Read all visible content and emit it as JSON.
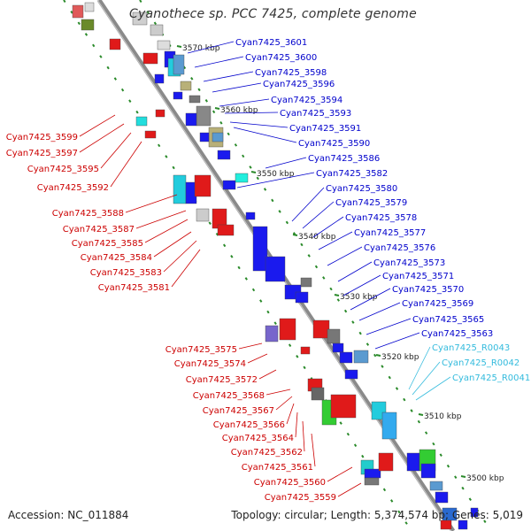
{
  "title": "Cyanothece sp. PCC 7425, complete genome",
  "footer": {
    "accession": "Accession: NC_011884",
    "summary": "Topology: circular; Length: 5,374,574 bp; Genes: 5,019"
  },
  "colors": {
    "left_label": "#cc0000",
    "right_label": "#0000cc",
    "rna_label": "#33bbdd",
    "backbone": "#8a8a8a",
    "tick": "#2a8a2a"
  },
  "scale_ticks": [
    {
      "label": "3500 kbp"
    },
    {
      "label": "3510 kbp"
    },
    {
      "label": "3520 kbp"
    },
    {
      "label": "3530 kbp"
    },
    {
      "label": "3540 kbp"
    },
    {
      "label": "3550 kbp"
    },
    {
      "label": "3560 kbp"
    },
    {
      "label": "3570 kbp"
    }
  ],
  "left_labels": [
    "Cyan7425_3599",
    "Cyan7425_3597",
    "Cyan7425_3595",
    "Cyan7425_3592",
    "Cyan7425_3588",
    "Cyan7425_3587",
    "Cyan7425_3585",
    "Cyan7425_3584",
    "Cyan7425_3583",
    "Cyan7425_3581",
    "Cyan7425_3575",
    "Cyan7425_3574",
    "Cyan7425_3572",
    "Cyan7425_3568",
    "Cyan7425_3567",
    "Cyan7425_3566",
    "Cyan7425_3564",
    "Cyan7425_3562",
    "Cyan7425_3561",
    "Cyan7425_3560",
    "Cyan7425_3559"
  ],
  "right_labels": [
    "Cyan7425_3601",
    "Cyan7425_3600",
    "Cyan7425_3598",
    "Cyan7425_3596",
    "Cyan7425_3594",
    "Cyan7425_3593",
    "Cyan7425_3591",
    "Cyan7425_3590",
    "Cyan7425_3586",
    "Cyan7425_3582",
    "Cyan7425_3580",
    "Cyan7425_3579",
    "Cyan7425_3578",
    "Cyan7425_3577",
    "Cyan7425_3576",
    "Cyan7425_3573",
    "Cyan7425_3571",
    "Cyan7425_3570",
    "Cyan7425_3569",
    "Cyan7425_3565",
    "Cyan7425_3563"
  ],
  "rna_labels": [
    "Cyan7425_R0043",
    "Cyan7425_R0042",
    "Cyan7425_R0041"
  ]
}
